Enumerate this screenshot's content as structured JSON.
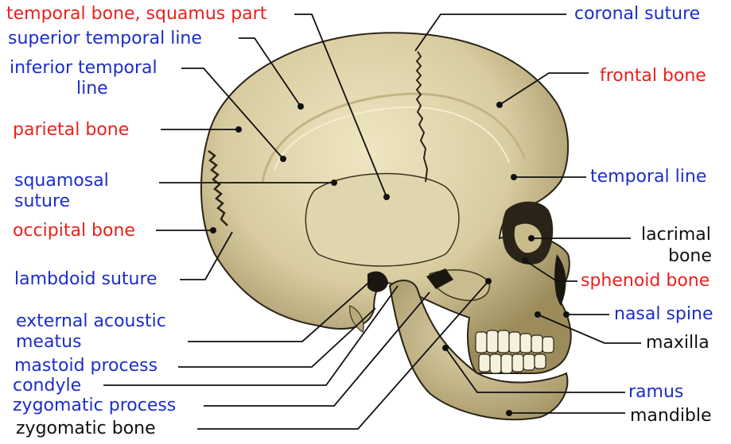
{
  "colors": {
    "red": "#e8211d",
    "blue": "#1c2ec9",
    "black": "#111111",
    "bone": "#dcd2a8",
    "bone_shadow": "#a8986a",
    "outline": "#2a2418"
  },
  "labels": {
    "temporal_squamus": "temporal bone, squamus part",
    "superior_temporal_line": "superior temporal line",
    "inferior_temporal_line_1": "inferior temporal",
    "inferior_temporal_line_2": "line",
    "parietal_bone": "parietal bone",
    "squamosal_suture_1": "squamosal",
    "squamosal_suture_2": "suture",
    "occipital_bone": "occipital bone",
    "lambdoid_suture": "lambdoid suture",
    "external_acoustic_1": "external acoustic",
    "external_acoustic_2": "meatus",
    "mastoid_process": "mastoid process",
    "condyle": "condyle",
    "zygomatic_process": "zygomatic process",
    "zygomatic_bone": "zygomatic bone",
    "coronal_suture": "coronal suture",
    "frontal_bone": "frontal bone",
    "temporal_line": "temporal line",
    "lacrimal_bone_1": "lacrimal",
    "lacrimal_bone_2": "bone",
    "sphenoid_bone": "sphenoid bone",
    "nasal_spine": "nasal spine",
    "maxilla": "maxilla",
    "ramus": "ramus",
    "mandible": "mandible"
  }
}
